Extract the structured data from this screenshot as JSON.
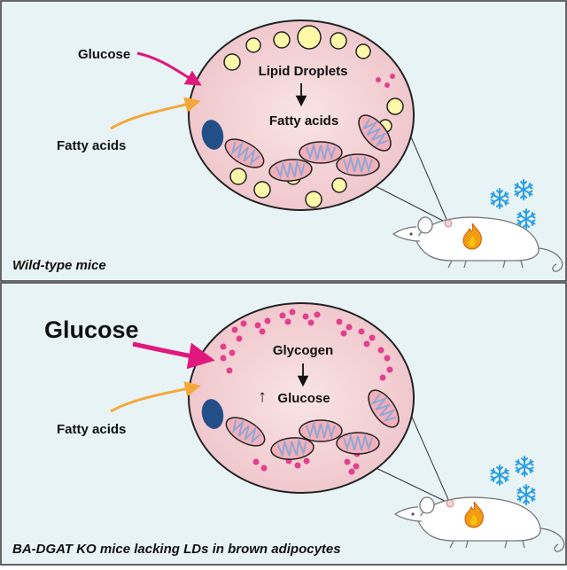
{
  "panels": {
    "top": {
      "caption": "Wild-type mice",
      "input_glucose": "Glucose",
      "input_fatty_acids": "Fatty acids",
      "stored_label": "Lipid Droplets",
      "product_label": "Fatty acids"
    },
    "bottom": {
      "caption": "BA-DGAT KO mice lacking LDs in brown adipocytes",
      "input_glucose": "Glucose",
      "input_fatty_acids": "Fatty acids",
      "stored_label": "Glycogen",
      "product_label": "Glucose",
      "up_arrow": "↑"
    }
  },
  "colors": {
    "background": "#e8f3f5",
    "border": "#333333",
    "cell_fill": "#f3d3d6",
    "cell_stroke": "#222222",
    "lipid_droplet": "#fdf9a8",
    "glycogen_dot": "#e23f8e",
    "glucose_arrow": "#e0177c",
    "fatty_acid_arrow": "#f5a83a",
    "nucleus": "#234f88",
    "mitochondria": "#f3b0b8",
    "cristae": "#8fa8d8",
    "snowflake": "#2a9fe6",
    "flame": "#f39c12"
  },
  "icons": [
    "mouse-icon",
    "snowflake-icon",
    "flame-icon",
    "nucleus-icon",
    "mitochondrion-icon"
  ]
}
